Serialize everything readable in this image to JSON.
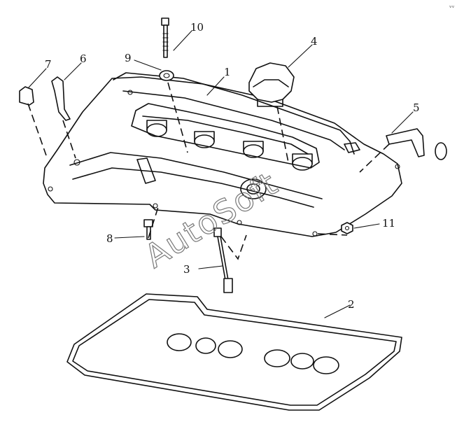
{
  "diagram": {
    "parts": [
      {
        "id": "cover",
        "callout": "1"
      },
      {
        "id": "gasket",
        "callout": "2"
      },
      {
        "id": "long-bolt",
        "callout": "3"
      },
      {
        "id": "oil-filler-cap",
        "callout": "4"
      },
      {
        "id": "right-bracket",
        "callout": "5"
      },
      {
        "id": "left-bracket-a",
        "callout": "6"
      },
      {
        "id": "left-bracket-b",
        "callout": "7"
      },
      {
        "id": "flange-bolt",
        "callout": "8"
      },
      {
        "id": "seal-washer",
        "callout": "9"
      },
      {
        "id": "stud-bolt",
        "callout": "10"
      },
      {
        "id": "nut",
        "callout": "11"
      }
    ],
    "watermark": "AutoSoft",
    "corner_mark": "ᵛᵛ"
  }
}
